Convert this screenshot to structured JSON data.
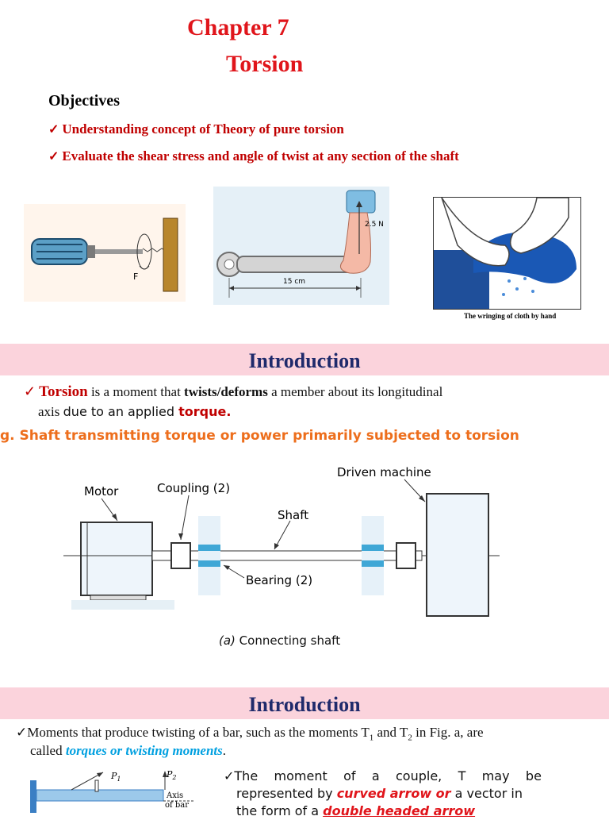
{
  "header": {
    "chapter": "Chapter 7",
    "topic": "Torsion"
  },
  "objectives": {
    "heading": "Objectives",
    "items": [
      "Understanding concept of Theory of pure torsion",
      "Evaluate the shear stress and angle of twist at any section of the shaft"
    ]
  },
  "figures": {
    "screwdriver_label": "F",
    "wrench_force": "2.5 N",
    "wrench_length": "15 cm",
    "cloth_caption": "The wringing of cloth by hand"
  },
  "intro1": {
    "title": "Introduction",
    "term": "Torsion",
    "text_a": " is a moment that ",
    "bold_b": "twists/deforms",
    "text_c": " a member about its longitudinal",
    "text_d": "axis ",
    "text_e": " due to an applied ",
    "term2": "torque.",
    "example": "g. Shaft transmitting torque or power primarily subjected to torsion"
  },
  "shaft_figure": {
    "motor": "Motor",
    "coupling": "Coupling (2)",
    "driven": "Driven machine",
    "shaft": "Shaft",
    "bearing": "Bearing (2)",
    "caption_a": "(a)",
    "caption_b": " Connecting shaft"
  },
  "intro2": {
    "title": "Introduction",
    "line1_a": "Moments that produce twisting of a bar, such as the moments T",
    "line1_sub1": "1",
    "line1_b": " and T",
    "line1_sub2": "2",
    "line1_c": " in Fig. a, are",
    "line2_a": "called ",
    "line2_term": "torques or twisting moments",
    "line2_b": ".",
    "bullet2_a": "The    moment    of    a    couple,    T    may    be",
    "bullet2_b1": "represented by ",
    "bullet2_term1": "curved arrow or",
    "bullet2_b2": " a vector in",
    "bullet2_c1": "the form of a ",
    "bullet2_term2": "double headed arrow",
    "fig_p1": "P",
    "fig_p1_sub": "1",
    "fig_p2": "P",
    "fig_p2_sub": "2",
    "fig_axis_a": "Axis",
    "fig_axis_b": "of bar"
  },
  "colors": {
    "title_red": "#e0151b",
    "objective_red": "#c00000",
    "band_pink": "#fbd3dc",
    "band_title_navy": "#1f2a6b",
    "example_orange": "#ed6e1c",
    "term_blue": "#00a0e0"
  }
}
